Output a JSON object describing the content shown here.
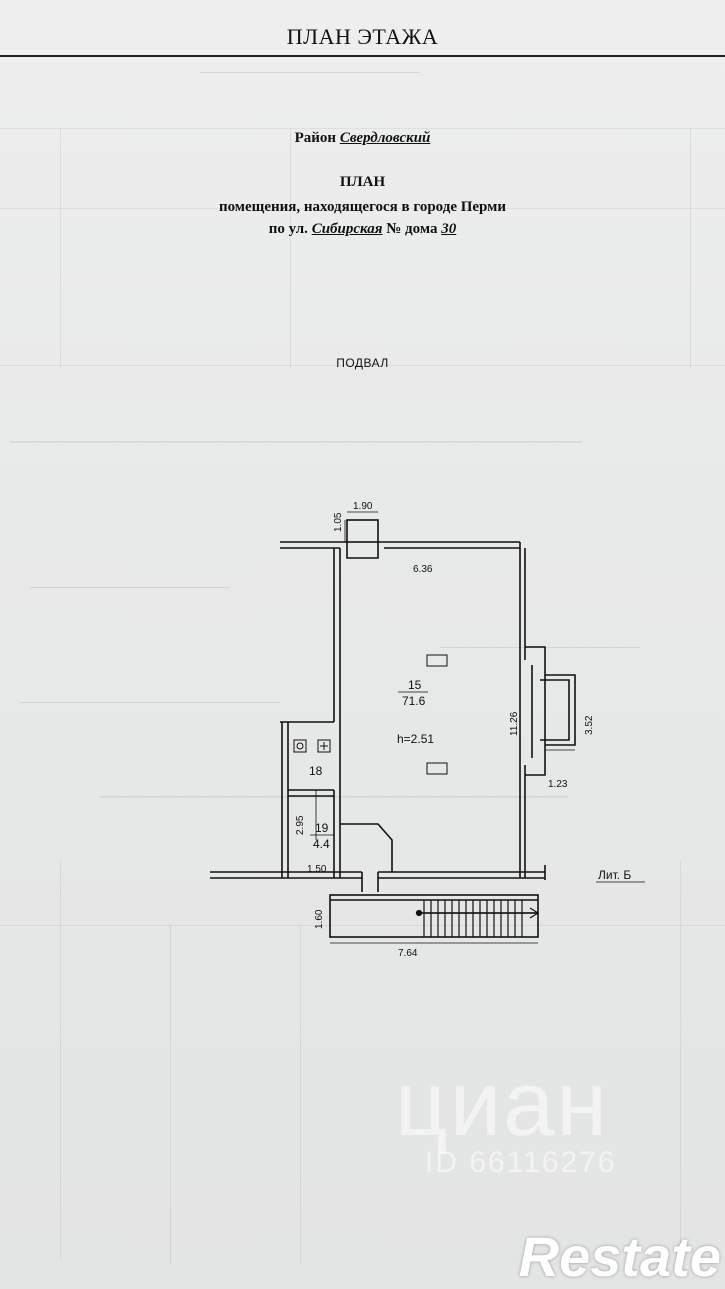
{
  "document": {
    "header_title": "ПЛАН ЭТАЖА",
    "district_label": "Район",
    "district_value": "Свердловский",
    "plan_title": "ПЛАН",
    "plan_subtitle": "помещения, находящегося в городе Перми",
    "street_label": "по ул.",
    "street_value": "Сибирская",
    "house_label": "№ дома",
    "house_value": "30",
    "floor_label": "ПОДВАЛ"
  },
  "plan": {
    "lit_label": "Лит. Б",
    "height_label": "h=2.51",
    "rooms": [
      {
        "number": "15",
        "area": "71.6"
      },
      {
        "number": "18",
        "area": ""
      },
      {
        "number": "19",
        "area": "4.4"
      }
    ],
    "dimensions": {
      "d_190": "1.90",
      "d_105": "1.05",
      "d_636": "6.36",
      "d_1126": "11.26",
      "d_352": "3.52",
      "d_123": "1.23",
      "d_295": "2.95",
      "d_150": "1.50",
      "d_160": "1.60",
      "d_764": "7.64"
    }
  },
  "watermarks": {
    "logo_text": "циан",
    "id_text": "ID 66116276",
    "brand_text": "Restate"
  }
}
